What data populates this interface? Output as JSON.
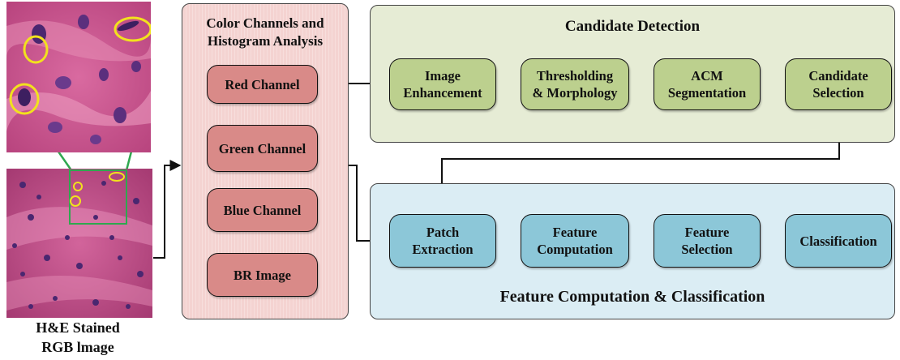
{
  "left_images": {
    "caption": "H&E Stained\nRGB lmage",
    "zoom_icon": "zoomed-tissue-patch",
    "full_icon": "full-tissue-image",
    "highlight_color": "#f2e21d",
    "zoom_line_color": "#2fa84f"
  },
  "channels_panel": {
    "title": "Color Channels and\nHistogram Analysis",
    "color": "#f4d3d1",
    "items": [
      "Red Channel",
      "Green Channel",
      "Blue Channel",
      "BR Image"
    ]
  },
  "candidate_detection": {
    "title": "Candidate Detection",
    "color": "#e6ecd5",
    "steps": [
      "Image\nEnhancement",
      "Thresholding\n& Morphology",
      "ACM\nSegmentation",
      "Candidate\nSelection"
    ]
  },
  "feature_classification": {
    "title": "Feature Computation & Classification",
    "color": "#dbedf4",
    "steps": [
      "Patch\nExtraction",
      "Feature\nComputation",
      "Feature\nSelection",
      "Classification"
    ]
  }
}
